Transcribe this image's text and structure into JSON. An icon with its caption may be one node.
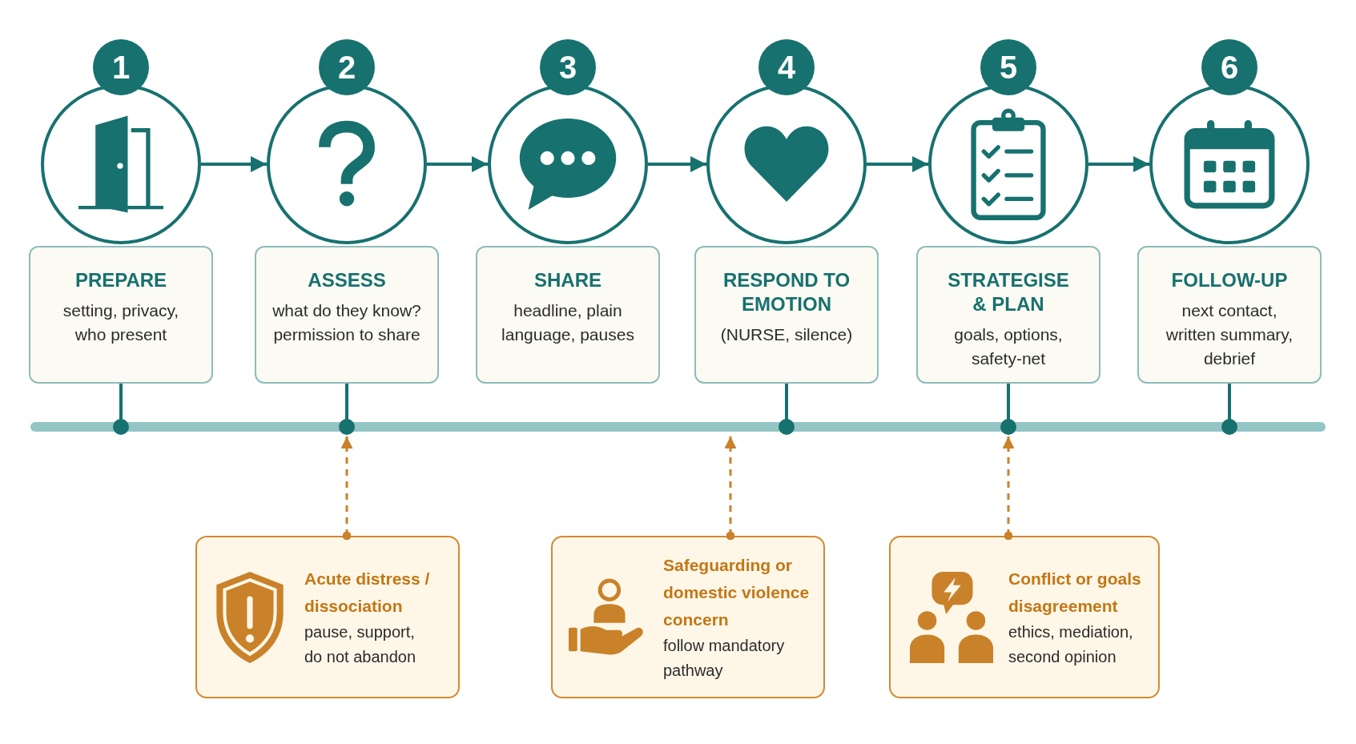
{
  "diagram": {
    "nodes": [
      {
        "text": [
          "1"
        ]
      },
      {
        "text": [
          "PREPARE",
          "setting, privacy, who present"
        ]
      },
      {
        "text": [
          "2"
        ]
      },
      {
        "text": [
          "ASSESS",
          "what do they know? permission to share"
        ]
      },
      {
        "text": [
          "3"
        ]
      },
      {
        "text": [
          "SHARE",
          "headline, plain language, pauses"
        ]
      },
      {
        "text": [
          "4"
        ]
      },
      {
        "text": [
          "RESPOND TO EMOTION",
          "(NURSE, silence)"
        ]
      },
      {
        "text": [
          "5"
        ]
      },
      {
        "text": [
          "STRATEGISE & PLAN",
          "goals, options, safety-net"
        ]
      },
      {
        "text": [
          "6"
        ]
      },
      {
        "text": [
          "FOLLOW-UP",
          "next contact, written summary, debrief"
        ]
      },
      {
        "text": [],
        "shape": "bar"
      },
      {
        "text": [
          "Acute distress / dissociation",
          "pause, support, do not abandon"
        ]
      },
      {
        "text": [
          "Safeguarding or domestic violence concern",
          "follow mandatory pathway"
        ]
      },
      {
        "text": [
          "Conflict or goals disagreement",
          "ethics, mediation, second opinion"
        ]
      }
    ],
    "edges": [
      {
        "from": 0,
        "to": 2,
        "arrow": "to"
      },
      {
        "from": 2,
        "to": 4,
        "arrow": "to"
      },
      {
        "from": 4,
        "to": 6,
        "arrow": "to"
      },
      {
        "from": 6,
        "to": 8,
        "arrow": "to"
      },
      {
        "from": 8,
        "to": 10,
        "arrow": "to"
      },
      {
        "from": 1,
        "to": 12,
        "arrow": "other"
      },
      {
        "from": 3,
        "to": 12,
        "arrow": "other"
      },
      {
        "from": 7,
        "to": 12,
        "arrow": "other"
      },
      {
        "from": 9,
        "to": 12,
        "arrow": "other"
      },
      {
        "from": 11,
        "to": 12,
        "arrow": "other"
      },
      {
        "from": 13,
        "to": 12,
        "arrow": "to",
        "style": "dashed",
        "color": "#c9822a"
      },
      {
        "from": 14,
        "to": 12,
        "arrow": "to",
        "style": "dashed",
        "color": "#c9822a"
      },
      {
        "from": 15,
        "to": 12,
        "arrow": "to",
        "style": "dashed",
        "color": "#c9822a"
      }
    ]
  }
}
